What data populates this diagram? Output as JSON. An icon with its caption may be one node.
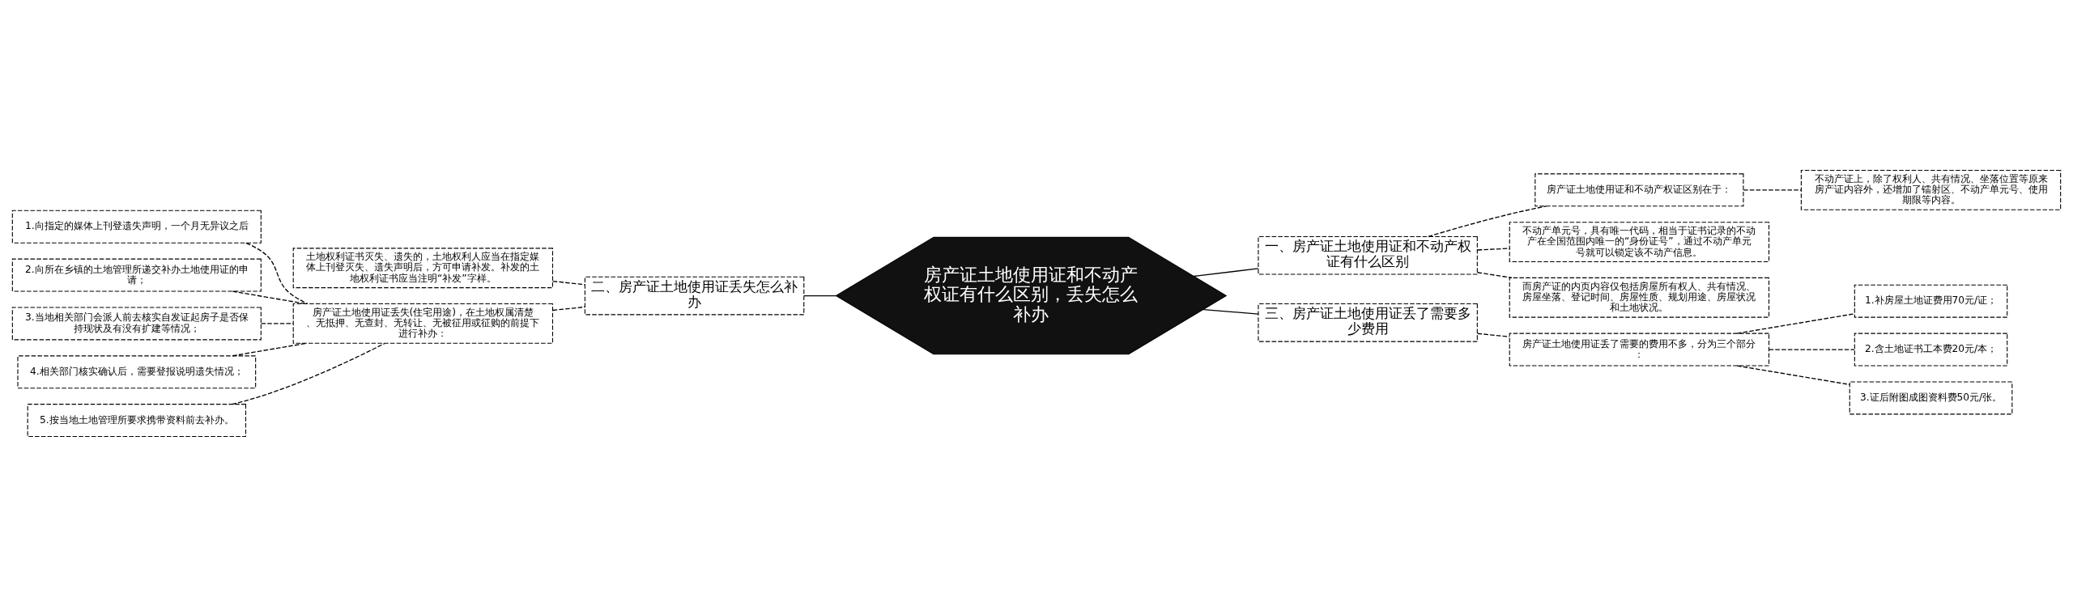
{
  "diagram": {
    "nodes": [
      {
        "text": [
          "房产证土地使用证和不动产权证有什么区别，丢失怎么补办"
        ]
      },
      {
        "text": [
          "一、房产证土地使用证和不动产权证有什么区别"
        ]
      },
      {
        "text": [
          "房产证土地使用证和不动产权证区别在于："
        ]
      },
      {
        "text": [
          "不动产证上，除了权利人、共有情况、坐落位置等原来房产证内容外，还增加了镭射区、不动产单元号、使用期限等内容。"
        ]
      },
      {
        "text": [
          "不动产单元号，具有唯一代码，相当于证书记录的不动产在全国范围内唯一的“身份证号”，通过不动产单元号就可以锁定该不动产信息。"
        ]
      },
      {
        "text": [
          "而房产证的内页内容仅包括房屋所有权人、共有情况、房屋坐落、登记时间、房屋性质、规划用途、房屋状况和土地状况。"
        ]
      },
      {
        "text": [
          "二、房产证土地使用证丢失怎么补办"
        ]
      },
      {
        "text": [
          "土地权利证书灭失、遗失的，土地权利人应当在指定媒体上刊登灭失、遗失声明后，方可申请补发。补发的土地权利证书应当注明“补发”字样。"
        ]
      },
      {
        "text": [
          "房产证土地使用证丢失(住宅用途)，在土地权属清楚、无抵押、无查封、无转让、无被征用或征购的前提下进行补办："
        ]
      },
      {
        "text": [
          "1.向指定的媒体上刊登遗失声明，一个月无异议之后"
        ]
      },
      {
        "text": [
          "2.向所在乡镇的土地管理所递交补办土地使用证的申请；"
        ]
      },
      {
        "text": [
          "3.当地相关部门会派人前去核实自发证起房子是否保持现状及有没有扩建等情况；"
        ]
      },
      {
        "text": [
          "4.相关部门核实确认后，需要登报说明遗失情况；"
        ]
      },
      {
        "text": [
          "5.按当地土地管理所要求携带资料前去补办。"
        ]
      },
      {
        "text": [
          "三、房产证土地使用证丢了需要多少费用"
        ]
      },
      {
        "text": [
          "房产证土地使用证丢了需要的费用不多，分为三个部分："
        ]
      },
      {
        "text": [
          "1.补房屋土地证费用70元/证；"
        ]
      },
      {
        "text": [
          "2.含土地证书工本费20元/本；"
        ]
      },
      {
        "text": [
          "3.证后附图成图资料费50元/张。"
        ]
      }
    ],
    "edges": [
      {
        "from": 0,
        "to": 1,
        "arrow": "none"
      },
      {
        "from": 1,
        "to": 2,
        "arrow": "none",
        "style": "dashed"
      },
      {
        "from": 2,
        "to": 3,
        "arrow": "none",
        "style": "dashed"
      },
      {
        "from": 1,
        "to": 4,
        "arrow": "none",
        "style": "dashed"
      },
      {
        "from": 1,
        "to": 5,
        "arrow": "none",
        "style": "dashed"
      },
      {
        "from": 0,
        "to": 6,
        "arrow": "none"
      },
      {
        "from": 6,
        "to": 7,
        "arrow": "none",
        "style": "dashed"
      },
      {
        "from": 6,
        "to": 8,
        "arrow": "none",
        "style": "dashed"
      },
      {
        "from": 8,
        "to": 9,
        "arrow": "none",
        "style": "dashed"
      },
      {
        "from": 8,
        "to": 10,
        "arrow": "none",
        "style": "dashed"
      },
      {
        "from": 8,
        "to": 11,
        "arrow": "none",
        "style": "dashed"
      },
      {
        "from": 8,
        "to": 12,
        "arrow": "none",
        "style": "dashed"
      },
      {
        "from": 8,
        "to": 13,
        "arrow": "none",
        "style": "dashed"
      },
      {
        "from": 0,
        "to": 14,
        "arrow": "none"
      },
      {
        "from": 14,
        "to": 15,
        "arrow": "none",
        "style": "dashed"
      },
      {
        "from": 15,
        "to": 16,
        "arrow": "none",
        "style": "dashed"
      },
      {
        "from": 15,
        "to": 17,
        "arrow": "none",
        "style": "dashed"
      },
      {
        "from": 15,
        "to": 18,
        "arrow": "none",
        "style": "dashed"
      }
    ]
  }
}
